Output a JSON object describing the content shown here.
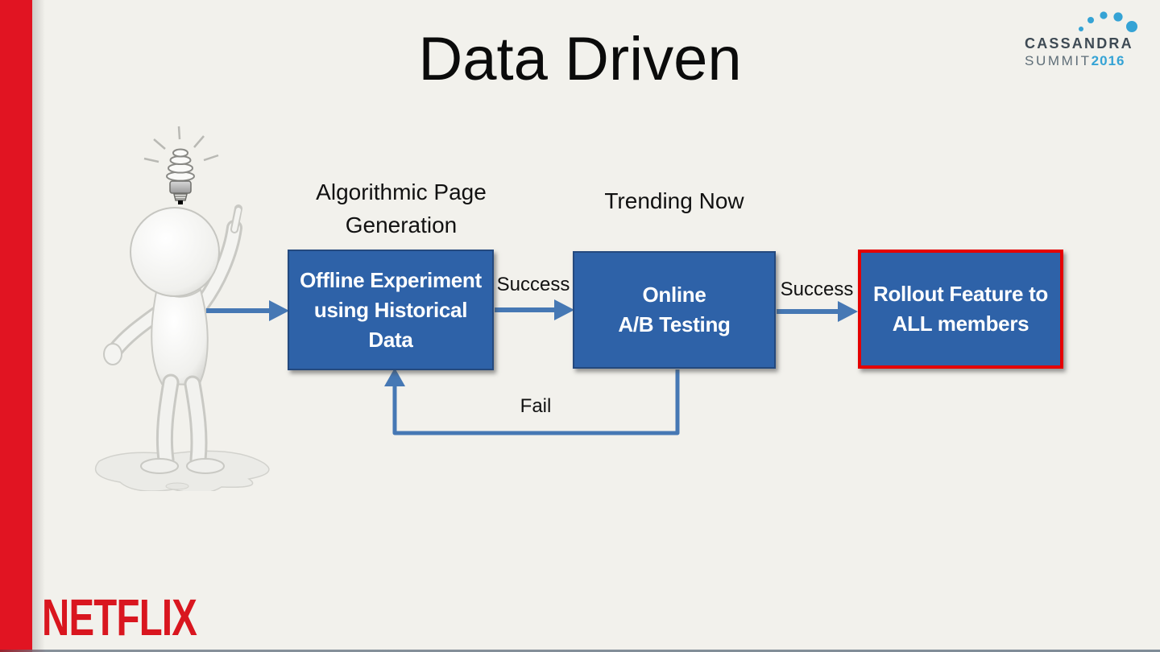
{
  "slide": {
    "title": "Data Driven"
  },
  "branding": {
    "netflix_wordmark": "NETFLIX",
    "cassandra": {
      "name": "CASSANDRA",
      "summit": "SUMMIT",
      "year": "2016"
    }
  },
  "diagram": {
    "label_above_offline": "Algorithmic Page Generation",
    "label_above_online": "Trending Now",
    "nodes": {
      "offline": {
        "lines": [
          "Offline Experiment",
          "using Historical",
          "Data"
        ]
      },
      "online": {
        "lines": [
          "Online",
          "A/B Testing"
        ]
      },
      "rollout": {
        "lines": [
          "Rollout Feature to",
          "ALL members"
        ]
      }
    },
    "edges": {
      "offline_to_online": "Success",
      "online_to_rollout": "Success",
      "online_to_offline": "Fail"
    },
    "colors": {
      "background": "#f2f1ec",
      "node_fill": "#2e62a8",
      "node_border": "#24497e",
      "highlight_border": "#e50000",
      "arrow_blue": "#4678b4",
      "sidebar_red": "#e11422",
      "netflix_red": "#d9161f",
      "cassandra_blue": "#35a3d5",
      "cassandra_dark": "#3e4a54"
    }
  }
}
